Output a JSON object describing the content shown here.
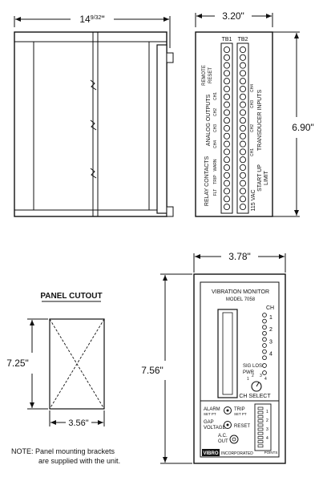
{
  "side_view": {
    "width_dim": "14",
    "width_frac": "9/32",
    "width_unit": "\"",
    "depth_dim": "3.20\"",
    "height_dim": "6.90\""
  },
  "terminal_block": {
    "tb1": "TB1",
    "tb2": "TB2",
    "remote_reset": [
      "REMOTE",
      "RESET"
    ],
    "analog_outputs": "ANALOG OUTPUTS",
    "relay_contacts": "RELAY CONTACTS",
    "transducer_inputs": "TRANSDUCER INPUTS",
    "start_up": "START UP",
    "limit": "LIMIT",
    "vac": "115 VAC",
    "ch_labels": [
      "CH1",
      "CH2",
      "CH3",
      "CH4"
    ],
    "relay_labels": [
      "WARN",
      "TRIP",
      "FLT"
    ]
  },
  "cutout": {
    "title": "PANEL CUTOUT",
    "height_dim": "7.25\"",
    "width_dim": "3.56\""
  },
  "front_view": {
    "width_dim": "3.78\"",
    "height_dim": "7.56\"",
    "title": "VIBRATION   MONITOR",
    "model": "MODEL   7058",
    "ch_label": "CH",
    "channels": [
      "1",
      "2",
      "3",
      "4"
    ],
    "sig_loss": "SIG LOSS",
    "pwr": "PWR",
    "ch_select": "CH SELECT",
    "alarm": "ALARM",
    "alarm_set": "SET PT",
    "trip": "TRIP",
    "trip_set": "SET PT",
    "gap": "GAP",
    "voltage": "VOLTAGE",
    "reset": "RESET",
    "ac": "A.C.",
    "out": "OUT",
    "points": "POINTS",
    "logo": "VIBRO",
    "incorporated": "INCORPORATED"
  },
  "note": {
    "line1": "NOTE:  Panel mounting brackets",
    "line2": "are supplied with the unit."
  }
}
